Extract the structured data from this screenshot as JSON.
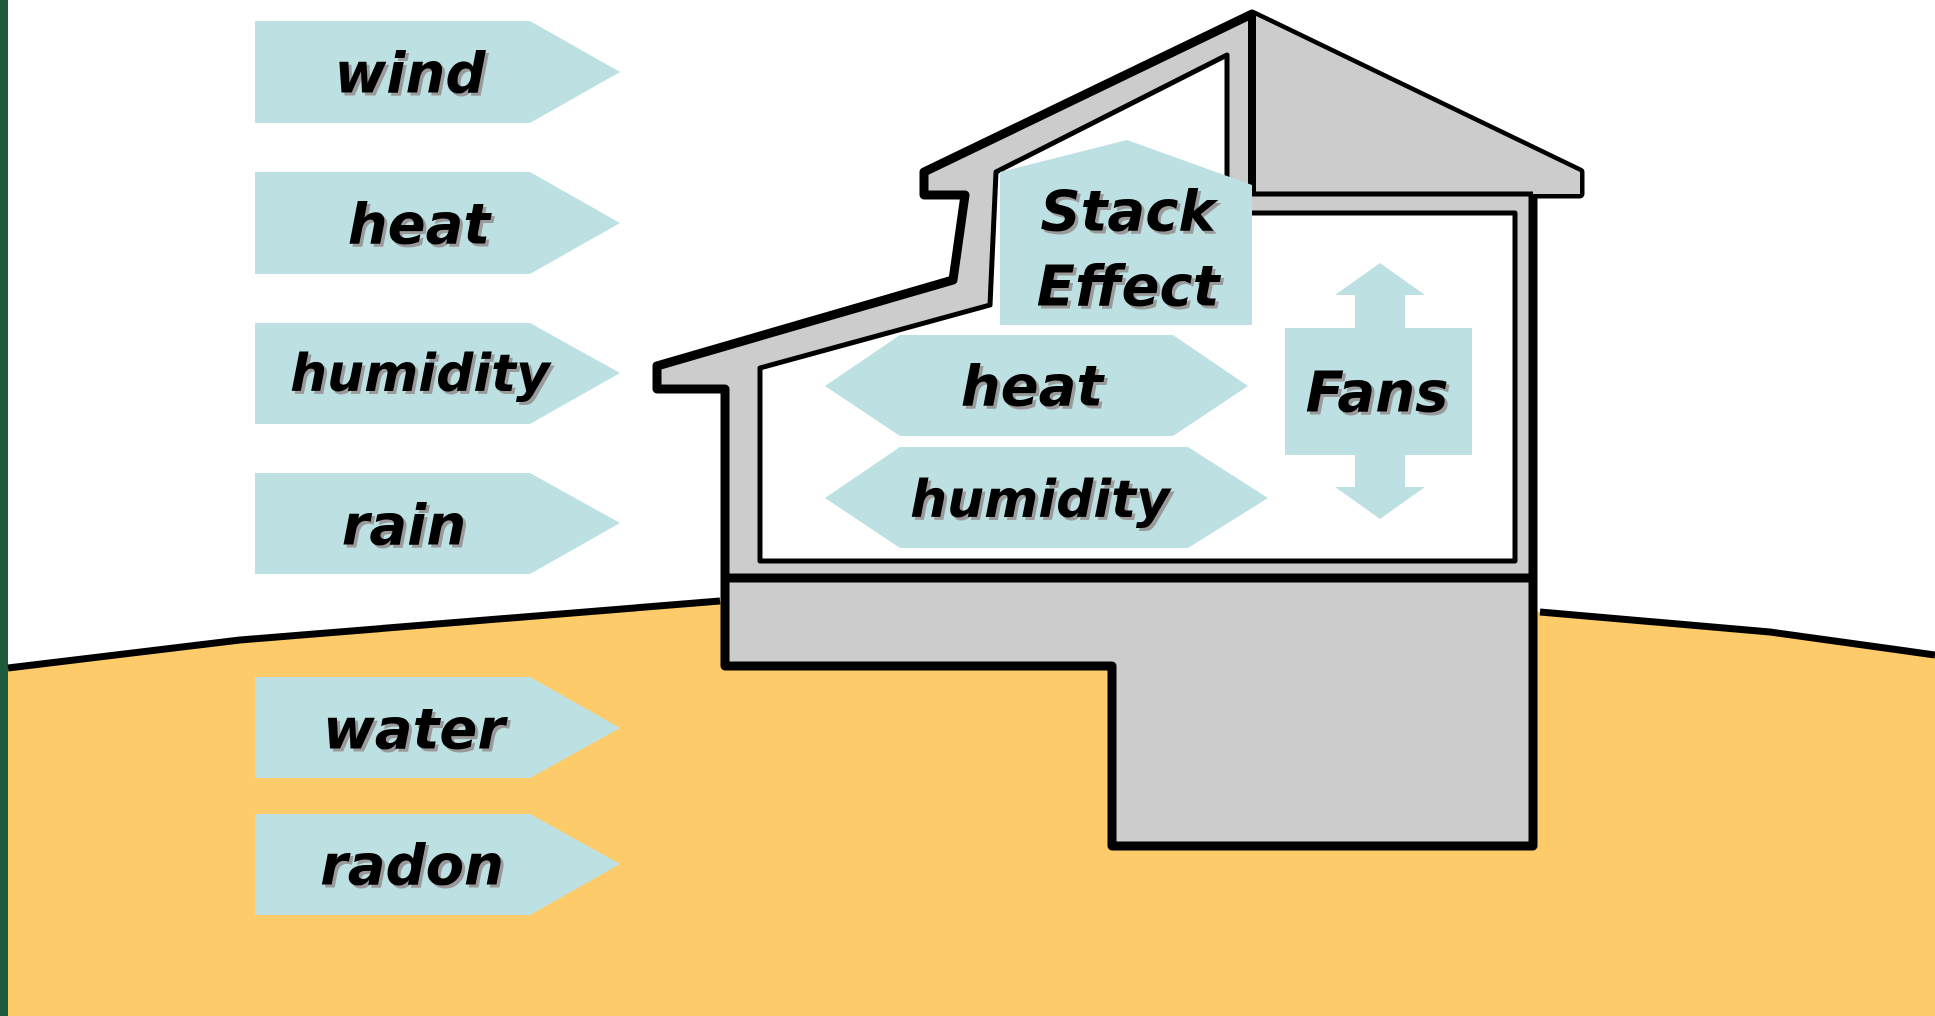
{
  "colors": {
    "arrow_fill": "#bde0e3",
    "ground": "#fdcb69",
    "house_wall": "#cccccc",
    "outline": "#000000",
    "frame_edge": "#1e5a3c"
  },
  "external_forces": {
    "above_ground": [
      {
        "label": "wind",
        "icon": "right-arrow"
      },
      {
        "label": "heat",
        "icon": "right-arrow"
      },
      {
        "label": "humidity",
        "icon": "right-arrow"
      },
      {
        "label": "rain",
        "icon": "right-arrow"
      }
    ],
    "below_ground": [
      {
        "label": "water",
        "icon": "right-arrow"
      },
      {
        "label": "radon",
        "icon": "right-arrow"
      }
    ]
  },
  "interior": {
    "stack_effect": {
      "line1": "Stack",
      "line2": "Effect",
      "icon": "up-arrow"
    },
    "heat": {
      "label": "heat",
      "icon": "double-headed-arrow"
    },
    "humidity": {
      "label": "humidity",
      "icon": "double-headed-arrow"
    },
    "fans": {
      "label": "Fans",
      "icon": "vertical-double-arrow"
    }
  }
}
